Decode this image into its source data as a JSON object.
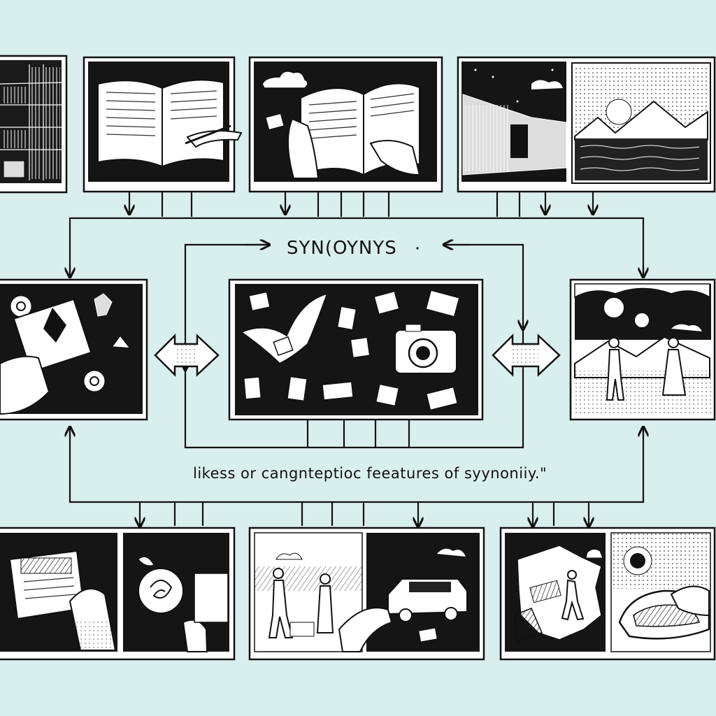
{
  "diagram": {
    "title": "SYN(OYNYS",
    "caption": "likess or cangnteptioc feeatures of syynoniiy.\""
  },
  "colors": {
    "background": "#d9efee",
    "ink": "#111111",
    "paper": "#ffffff"
  },
  "panels": [
    {
      "id": "library-shelves",
      "scene": "library-icon"
    },
    {
      "id": "open-book-writing",
      "scene": "book-icon"
    },
    {
      "id": "hands-holding-book",
      "scene": "book-icon"
    },
    {
      "id": "night-building-landscape",
      "scene": "building-icon"
    },
    {
      "id": "card-in-hand",
      "scene": "hand-icon"
    },
    {
      "id": "bird-camera-cards",
      "scene": "camera-icon"
    },
    {
      "id": "two-figures-suns",
      "scene": "figures-icon"
    },
    {
      "id": "book-and-rose",
      "scene": "rose-icon"
    },
    {
      "id": "figures-and-van",
      "scene": "van-icon"
    },
    {
      "id": "walker-and-shell",
      "scene": "walker-icon"
    }
  ]
}
